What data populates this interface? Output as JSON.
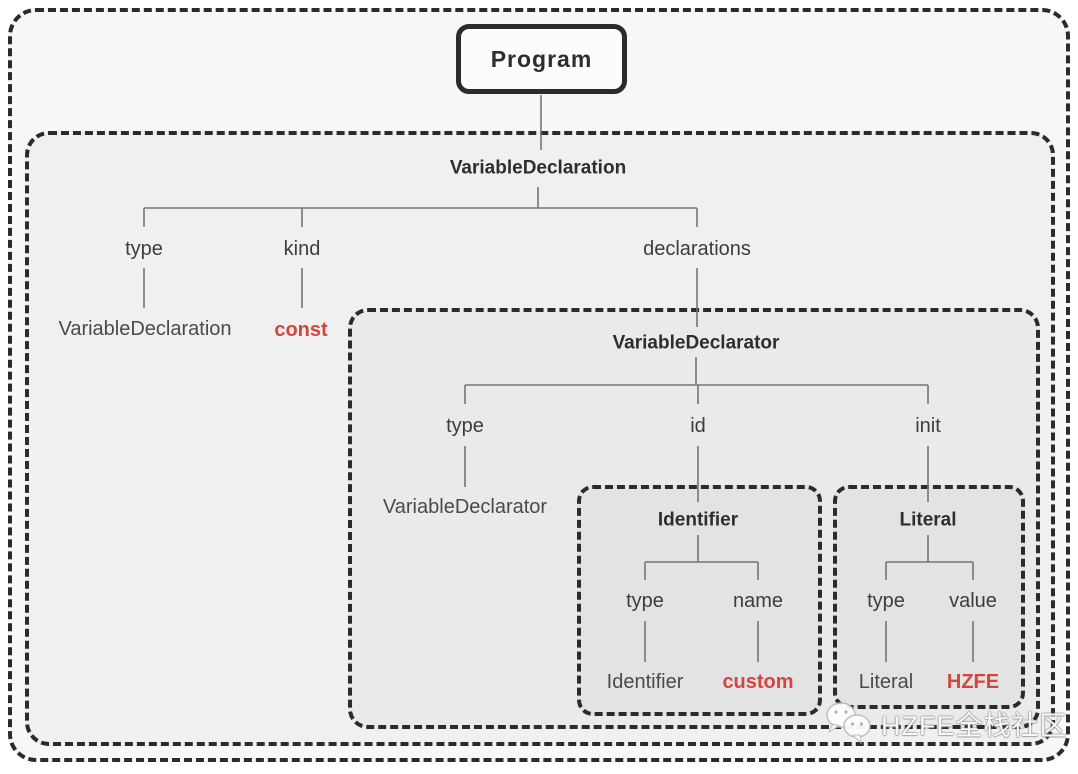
{
  "colors": {
    "accent_red": "#d3453e",
    "dashed_border": "#2b2b2b",
    "connector_line": "#757575",
    "outer_bg": "#f7f7f7",
    "level2_bg": "#f0f0f0",
    "level3_bg": "#eaeaea",
    "level4_bg": "#e3e3e3"
  },
  "program": {
    "label": "Program"
  },
  "variable_declaration": {
    "title": "VariableDeclaration",
    "type_label": "type",
    "type_value": "VariableDeclaration",
    "kind_label": "kind",
    "kind_value": "const",
    "declarations_label": "declarations"
  },
  "variable_declarator": {
    "title": "VariableDeclarator",
    "type_label": "type",
    "type_value": "VariableDeclarator",
    "id_label": "id",
    "init_label": "init"
  },
  "identifier": {
    "title": "Identifier",
    "type_label": "type",
    "type_value": "Identifier",
    "name_label": "name",
    "name_value": "custom"
  },
  "literal": {
    "title": "Literal",
    "type_label": "type",
    "type_value": "Literal",
    "value_label": "value",
    "value_value": "HZFE"
  },
  "watermark": {
    "icon": "wechat-icon",
    "text": "HZFE全栈社区"
  }
}
